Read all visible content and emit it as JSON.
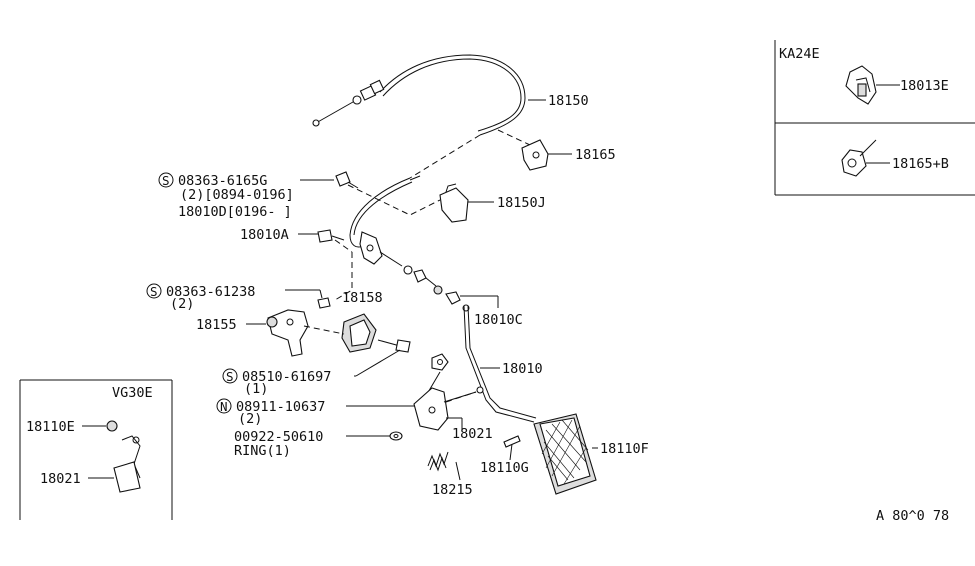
{
  "labels": {
    "p18150": "18150",
    "p18165": "18165",
    "p18150J": "18150J",
    "s1_code": "08363-6165G",
    "s1_qty": "(2)[0894-0196]",
    "p18010D": "18010D[0196-     ]",
    "p18010A": "18010A",
    "s2_code": "08363-61238",
    "s2_qty": "(2)",
    "p18158": "18158",
    "p18155": "18155",
    "p18010C": "18010C",
    "p18010": "18010",
    "s3_code": "08510-61697",
    "s3_qty": "(1)",
    "n1_code": "08911-10637",
    "n1_qty": "(2)",
    "p00922": "00922-50610",
    "ring": "RING(1)",
    "p18021": "18021",
    "p18110F": "18110F",
    "p18110G": "18110G",
    "p18215": "18215",
    "ka24e": "KA24E",
    "p18013E": "18013E",
    "p18165B": "18165+B",
    "vg30e": "VG30E",
    "p18110E": "18110E",
    "p18021b": "18021",
    "footer": "A 80^0 78"
  },
  "symbols": {
    "s": "S",
    "n": "N"
  }
}
